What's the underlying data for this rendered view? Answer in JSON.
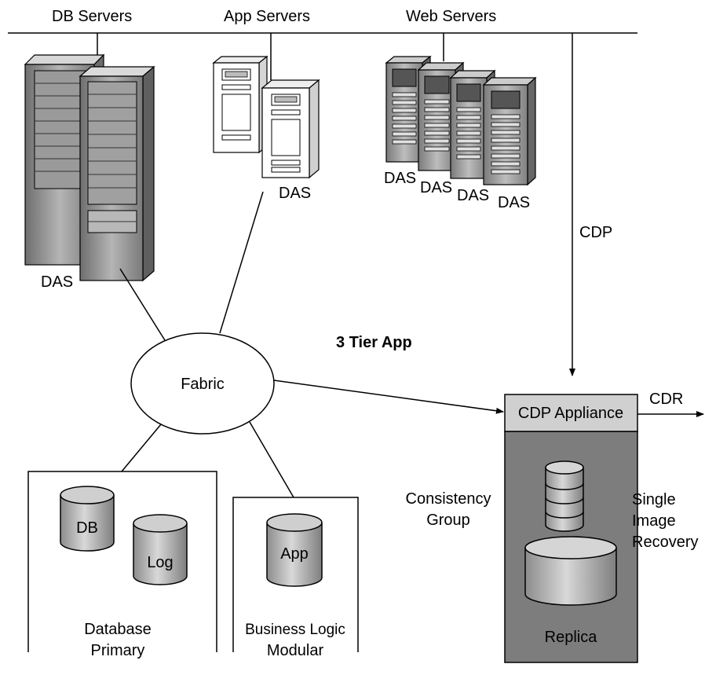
{
  "header": {
    "db_servers": "DB Servers",
    "app_servers": "App Servers",
    "web_servers": "Web Servers"
  },
  "storage": {
    "das": "DAS"
  },
  "network": {
    "fabric": "Fabric",
    "cdp": "CDP",
    "cdr": "CDR"
  },
  "title": "3 Tier App",
  "appliance": {
    "label": "CDP Appliance",
    "consistency_line1": "Consistency",
    "consistency_line2": "Group",
    "single_line1": "Single",
    "single_line2": "Image",
    "single_line3": "Recovery",
    "replica": "Replica"
  },
  "database_box": {
    "db": "DB",
    "log": "Log",
    "line1": "Database",
    "line2": "Primary"
  },
  "business_box": {
    "app": "App",
    "line1": "Business Logic",
    "line2": "Modular"
  },
  "colors": {
    "rack_dark": "#8a8a8a",
    "rack_mid": "#a8a8a8",
    "rack_light": "#c9c9c9",
    "appliance_body": "#7d7d7d",
    "appliance_header": "#d0d0d0"
  }
}
